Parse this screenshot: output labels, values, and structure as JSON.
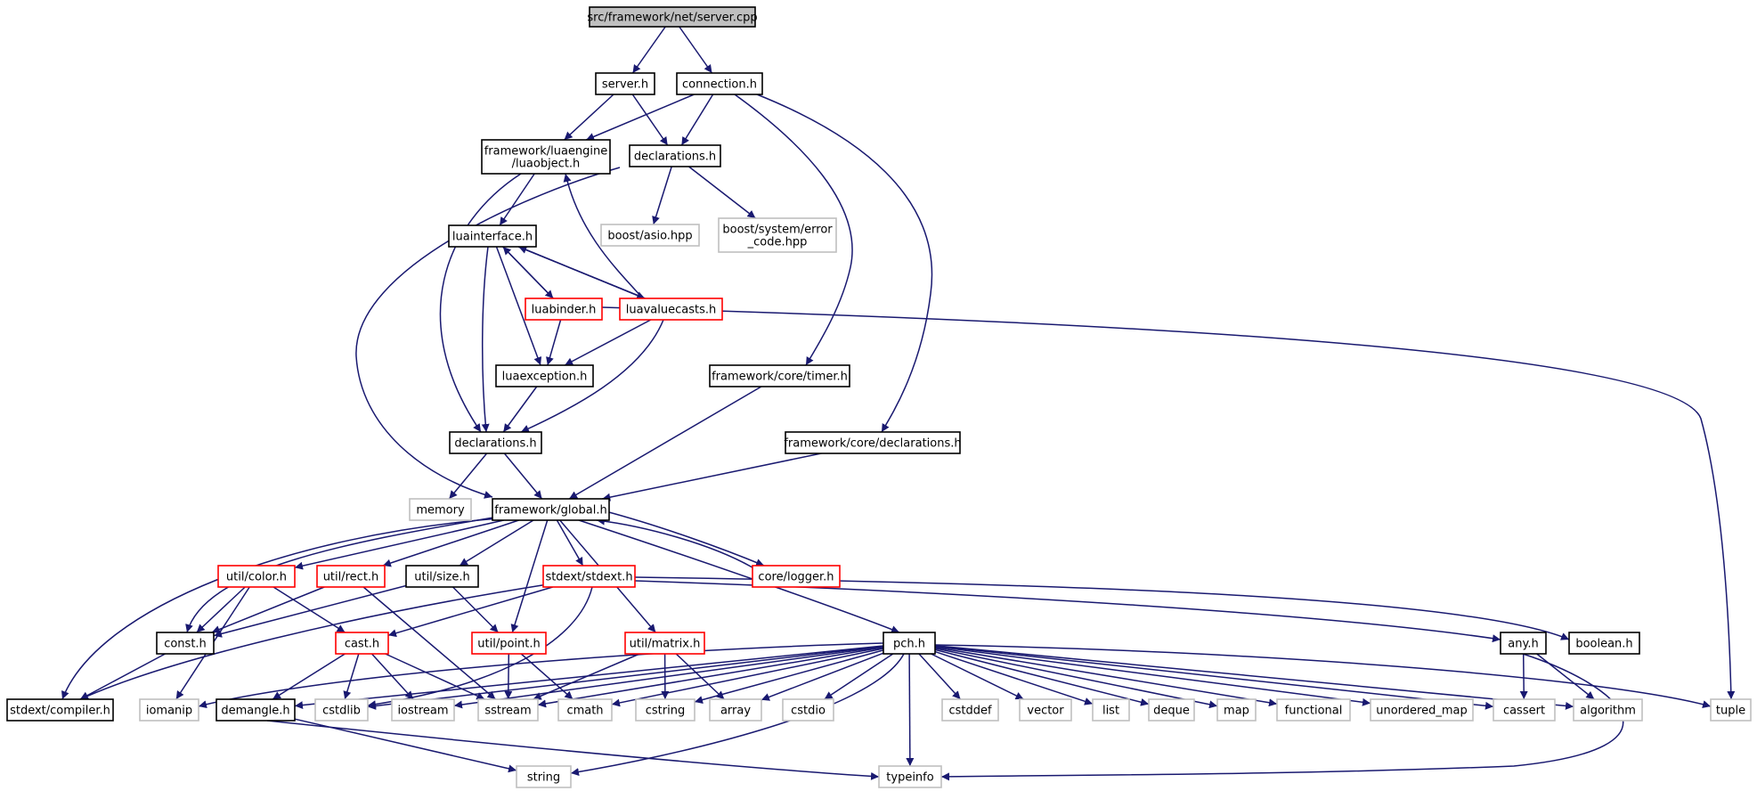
{
  "diagram": {
    "title": "src/framework/net/server.cpp",
    "nodes": [
      {
        "id": "n_root",
        "label": "src/framework/net/server.cpp",
        "kind": "root"
      },
      {
        "id": "n_server_h",
        "label": "server.h",
        "kind": "normal"
      },
      {
        "id": "n_connection_h",
        "label": "connection.h",
        "kind": "normal"
      },
      {
        "id": "n_luaobject_h",
        "label": "framework/luaengine\n/luaobject.h",
        "kind": "normal"
      },
      {
        "id": "n_declarations_top",
        "label": "declarations.h",
        "kind": "normal"
      },
      {
        "id": "n_boost_asio",
        "label": "boost/asio.hpp",
        "kind": "external"
      },
      {
        "id": "n_boost_error",
        "label": "boost/system/error\n_code.hpp",
        "kind": "external"
      },
      {
        "id": "n_luainterface_h",
        "label": "luainterface.h",
        "kind": "normal"
      },
      {
        "id": "n_luabinder_h",
        "label": "luabinder.h",
        "kind": "truncated"
      },
      {
        "id": "n_luavaluecasts_h",
        "label": "luavaluecasts.h",
        "kind": "truncated"
      },
      {
        "id": "n_luaexception_h",
        "label": "luaexception.h",
        "kind": "normal"
      },
      {
        "id": "n_timer_h",
        "label": "framework/core/timer.h",
        "kind": "normal"
      },
      {
        "id": "n_core_declarations_h",
        "label": "framework/core/declarations.h",
        "kind": "normal"
      },
      {
        "id": "n_declarations_mid",
        "label": "declarations.h",
        "kind": "normal"
      },
      {
        "id": "n_memory",
        "label": "memory",
        "kind": "external"
      },
      {
        "id": "n_global_h",
        "label": "framework/global.h",
        "kind": "normal"
      },
      {
        "id": "n_util_color_h",
        "label": "util/color.h",
        "kind": "truncated"
      },
      {
        "id": "n_util_rect_h",
        "label": "util/rect.h",
        "kind": "truncated"
      },
      {
        "id": "n_util_size_h",
        "label": "util/size.h",
        "kind": "normal"
      },
      {
        "id": "n_stdext_h",
        "label": "stdext/stdext.h",
        "kind": "truncated"
      },
      {
        "id": "n_logger_h",
        "label": "core/logger.h",
        "kind": "truncated"
      },
      {
        "id": "n_const_h",
        "label": "const.h",
        "kind": "normal"
      },
      {
        "id": "n_cast_h",
        "label": "cast.h",
        "kind": "truncated"
      },
      {
        "id": "n_util_point_h",
        "label": "util/point.h",
        "kind": "truncated"
      },
      {
        "id": "n_util_matrix_h",
        "label": "util/matrix.h",
        "kind": "truncated"
      },
      {
        "id": "n_pch_h",
        "label": "pch.h",
        "kind": "normal"
      },
      {
        "id": "n_any_h",
        "label": "any.h",
        "kind": "normal"
      },
      {
        "id": "n_boolean_h",
        "label": "boolean.h",
        "kind": "normal"
      },
      {
        "id": "n_compiler_h",
        "label": "stdext/compiler.h",
        "kind": "normal"
      },
      {
        "id": "n_iomanip",
        "label": "iomanip",
        "kind": "external"
      },
      {
        "id": "n_demangle_h",
        "label": "demangle.h",
        "kind": "normal"
      },
      {
        "id": "n_cstdlib",
        "label": "cstdlib",
        "kind": "external"
      },
      {
        "id": "n_iostream",
        "label": "iostream",
        "kind": "external"
      },
      {
        "id": "n_sstream",
        "label": "sstream",
        "kind": "external"
      },
      {
        "id": "n_cmath",
        "label": "cmath",
        "kind": "external"
      },
      {
        "id": "n_cstring",
        "label": "cstring",
        "kind": "external"
      },
      {
        "id": "n_array",
        "label": "array",
        "kind": "external"
      },
      {
        "id": "n_cstdio",
        "label": "cstdio",
        "kind": "external"
      },
      {
        "id": "n_cstddef",
        "label": "cstddef",
        "kind": "external"
      },
      {
        "id": "n_vector",
        "label": "vector",
        "kind": "external"
      },
      {
        "id": "n_list",
        "label": "list",
        "kind": "external"
      },
      {
        "id": "n_deque",
        "label": "deque",
        "kind": "external"
      },
      {
        "id": "n_map",
        "label": "map",
        "kind": "external"
      },
      {
        "id": "n_functional",
        "label": "functional",
        "kind": "external"
      },
      {
        "id": "n_unordered_map",
        "label": "unordered_map",
        "kind": "external"
      },
      {
        "id": "n_cassert",
        "label": "cassert",
        "kind": "external"
      },
      {
        "id": "n_algorithm",
        "label": "algorithm",
        "kind": "external"
      },
      {
        "id": "n_tuple",
        "label": "tuple",
        "kind": "external"
      },
      {
        "id": "n_string",
        "label": "string",
        "kind": "external"
      },
      {
        "id": "n_typeinfo",
        "label": "typeinfo",
        "kind": "external"
      }
    ],
    "edges": [
      [
        "n_root",
        "n_server_h"
      ],
      [
        "n_root",
        "n_connection_h"
      ],
      [
        "n_server_h",
        "n_luaobject_h"
      ],
      [
        "n_server_h",
        "n_declarations_top"
      ],
      [
        "n_connection_h",
        "n_luaobject_h"
      ],
      [
        "n_connection_h",
        "n_declarations_top"
      ],
      [
        "n_connection_h",
        "n_timer_h"
      ],
      [
        "n_connection_h",
        "n_core_declarations_h"
      ],
      [
        "n_declarations_top",
        "n_boost_asio"
      ],
      [
        "n_declarations_top",
        "n_boost_error"
      ],
      [
        "n_declarations_top",
        "n_global_h"
      ],
      [
        "n_luaobject_h",
        "n_luainterface_h"
      ],
      [
        "n_luaobject_h",
        "n_declarations_mid"
      ],
      [
        "n_luainterface_h",
        "n_luabinder_h"
      ],
      [
        "n_luainterface_h",
        "n_luavaluecasts_h"
      ],
      [
        "n_luainterface_h",
        "n_luaexception_h"
      ],
      [
        "n_luainterface_h",
        "n_declarations_mid"
      ],
      [
        "n_luabinder_h",
        "n_luainterface_h"
      ],
      [
        "n_luabinder_h",
        "n_luaexception_h"
      ],
      [
        "n_luabinder_h",
        "n_tuple"
      ],
      [
        "n_luavaluecasts_h",
        "n_luainterface_h"
      ],
      [
        "n_luavaluecasts_h",
        "n_luaobject_h"
      ],
      [
        "n_luavaluecasts_h",
        "n_luaexception_h"
      ],
      [
        "n_luavaluecasts_h",
        "n_declarations_mid"
      ],
      [
        "n_luaexception_h",
        "n_declarations_mid"
      ],
      [
        "n_timer_h",
        "n_global_h"
      ],
      [
        "n_core_declarations_h",
        "n_global_h"
      ],
      [
        "n_declarations_mid",
        "n_memory"
      ],
      [
        "n_declarations_mid",
        "n_global_h"
      ],
      [
        "n_global_h",
        "n_compiler_h"
      ],
      [
        "n_global_h",
        "n_const_h"
      ],
      [
        "n_global_h",
        "n_util_color_h"
      ],
      [
        "n_global_h",
        "n_util_rect_h"
      ],
      [
        "n_global_h",
        "n_util_size_h"
      ],
      [
        "n_global_h",
        "n_stdext_h"
      ],
      [
        "n_global_h",
        "n_util_point_h"
      ],
      [
        "n_global_h",
        "n_util_matrix_h"
      ],
      [
        "n_global_h",
        "n_logger_h"
      ],
      [
        "n_global_h",
        "n_pch_h"
      ],
      [
        "n_logger_h",
        "n_global_h"
      ],
      [
        "n_util_color_h",
        "n_const_h"
      ],
      [
        "n_util_color_h",
        "n_cast_h"
      ],
      [
        "n_util_color_h",
        "n_iomanip"
      ],
      [
        "n_util_rect_h",
        "n_const_h"
      ],
      [
        "n_util_rect_h",
        "n_sstream"
      ],
      [
        "n_util_size_h",
        "n_const_h"
      ],
      [
        "n_util_size_h",
        "n_util_point_h"
      ],
      [
        "n_stdext_h",
        "n_compiler_h"
      ],
      [
        "n_stdext_h",
        "n_cast_h"
      ],
      [
        "n_stdext_h",
        "n_any_h"
      ],
      [
        "n_stdext_h",
        "n_boolean_h"
      ],
      [
        "n_stdext_h",
        "n_cstdlib"
      ],
      [
        "n_const_h",
        "n_compiler_h"
      ],
      [
        "n_cast_h",
        "n_demangle_h"
      ],
      [
        "n_cast_h",
        "n_cstdlib"
      ],
      [
        "n_cast_h",
        "n_iostream"
      ],
      [
        "n_cast_h",
        "n_sstream"
      ],
      [
        "n_util_point_h",
        "n_sstream"
      ],
      [
        "n_util_point_h",
        "n_cmath"
      ],
      [
        "n_util_matrix_h",
        "n_sstream"
      ],
      [
        "n_util_matrix_h",
        "n_cstring"
      ],
      [
        "n_util_matrix_h",
        "n_array"
      ],
      [
        "n_pch_h",
        "n_iomanip"
      ],
      [
        "n_pch_h",
        "n_demangle_h"
      ],
      [
        "n_pch_h",
        "n_cstdlib"
      ],
      [
        "n_pch_h",
        "n_iostream"
      ],
      [
        "n_pch_h",
        "n_sstream"
      ],
      [
        "n_pch_h",
        "n_cmath"
      ],
      [
        "n_pch_h",
        "n_cstring"
      ],
      [
        "n_pch_h",
        "n_array"
      ],
      [
        "n_pch_h",
        "n_cstdio"
      ],
      [
        "n_pch_h",
        "n_cstddef"
      ],
      [
        "n_pch_h",
        "n_vector"
      ],
      [
        "n_pch_h",
        "n_list"
      ],
      [
        "n_pch_h",
        "n_deque"
      ],
      [
        "n_pch_h",
        "n_map"
      ],
      [
        "n_pch_h",
        "n_functional"
      ],
      [
        "n_pch_h",
        "n_unordered_map"
      ],
      [
        "n_pch_h",
        "n_cassert"
      ],
      [
        "n_pch_h",
        "n_algorithm"
      ],
      [
        "n_pch_h",
        "n_tuple"
      ],
      [
        "n_pch_h",
        "n_string"
      ],
      [
        "n_pch_h",
        "n_typeinfo"
      ],
      [
        "n_any_h",
        "n_cassert"
      ],
      [
        "n_any_h",
        "n_algorithm"
      ],
      [
        "n_any_h",
        "n_typeinfo"
      ],
      [
        "n_demangle_h",
        "n_string"
      ],
      [
        "n_demangle_h",
        "n_typeinfo"
      ]
    ]
  },
  "colors": {
    "edge": "#191970",
    "normal_border": "#000000",
    "external_border": "#bfbfbf",
    "truncated_border": "#ff0000",
    "root_fill": "#bfbfbf",
    "fill": "#ffffff"
  }
}
